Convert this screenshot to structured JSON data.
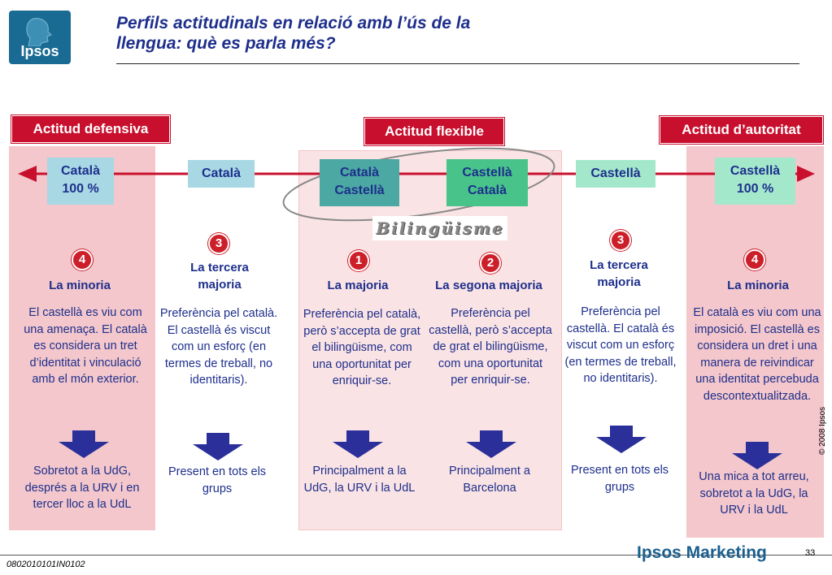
{
  "header": {
    "logo_text": "Ipsos",
    "title_line1": "Perfils actitudinals en relació amb l’ús de la",
    "title_line2": "llengua: què es parla més?"
  },
  "attitudes": {
    "defensive": "Actitud defensiva",
    "flexible": "Actitud flexible",
    "authority": "Actitud d’autoritat"
  },
  "scale": [
    {
      "line1": "Català",
      "line2": "100 %"
    },
    {
      "line1": "Català",
      "line2": ""
    },
    {
      "line1": "Català",
      "line2": "Castellà"
    },
    {
      "line1": "Castellà",
      "line2": "Català"
    },
    {
      "line1": "Castellà",
      "line2": ""
    },
    {
      "line1": "Castellà",
      "line2": "100 %"
    }
  ],
  "bilingualism_label": "Bilingüisme",
  "profiles": [
    {
      "rank": "4",
      "group": "La minoria",
      "description": "El castellà es viu com una amenaça. El català es considera un tret d’identitat i vinculació amb el món exterior.",
      "where": "Sobretot a la UdG, després a la URV i en tercer lloc a la UdL"
    },
    {
      "rank": "3",
      "group": "La tercera majoria",
      "description": "Preferència pel català. El castellà és viscut com un esforç (en termes de treball, no identitaris).",
      "where": "Present en tots els grups"
    },
    {
      "rank": "1",
      "group": "La majoria",
      "description": "Preferència pel català, però s’accepta de grat el bilingüisme, com una oportunitat per enriquir-se.",
      "where": "Principalment a la UdG, la URV i la UdL"
    },
    {
      "rank": "2",
      "group": "La segona majoria",
      "description": "Preferència pel castellà, però s’accepta de grat el bilingüisme, com una oportunitat per enriquir-se.",
      "where": "Principalment a Barcelona"
    },
    {
      "rank": "3",
      "group": "La tercera majoria",
      "description": "Preferència pel castellà. El català és viscut com un esforç (en termes de treball, no identitaris).",
      "where": "Present en tots els grups"
    },
    {
      "rank": "4",
      "group": "La minoria",
      "description": "El català es viu com una imposició. El castellà es considera un dret i una manera de reivindicar una identitat percebuda descontextualitzada.",
      "where": "Una mica a tot arreu, sobretot a la UdG, la URV i la UdL"
    }
  ],
  "footer": {
    "code": "0802010101IN0102",
    "brand": "Ipsos Marketing",
    "page": "33",
    "copyright": "© 2008 Ipsos"
  },
  "colors": {
    "title": "#1e2f8c",
    "header_red": "#c8102e",
    "panel_pink": "#f3c7cb",
    "arrow_blue": "#2a2f9a"
  }
}
